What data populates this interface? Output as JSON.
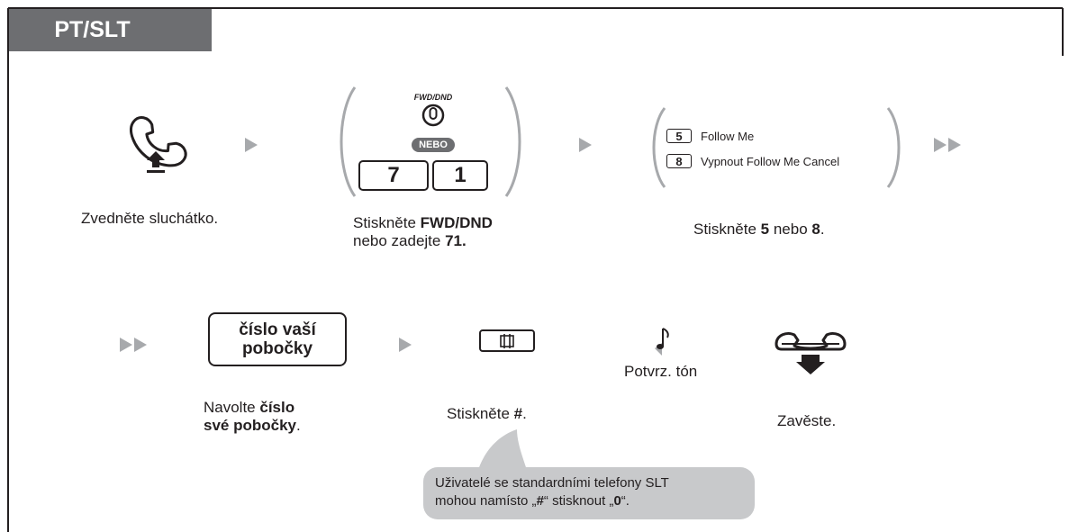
{
  "header": {
    "tab_label": "PT/SLT"
  },
  "steps": {
    "offhook": {
      "caption": "Zvedněte sluchátko."
    },
    "fwd": {
      "button_label": "FWD/DND",
      "nebo_label": "NEBO",
      "keys": [
        "7",
        "1"
      ],
      "caption_prefix": "Stiskněte ",
      "caption_bold1": "FWD/DND",
      "caption_line2_prefix": "nebo zadejte ",
      "caption_bold2": "71."
    },
    "options": {
      "items": [
        {
          "key": "5",
          "label": "Follow Me"
        },
        {
          "key": "8",
          "label": "Vypnout Follow Me Cancel"
        }
      ],
      "caption_prefix": "Stiskněte ",
      "caption_bold1": "5",
      "caption_mid": " nebo ",
      "caption_bold2": "8",
      "caption_suffix": "."
    },
    "extension": {
      "box_line1": "číslo vaší",
      "box_line2": "pobočky",
      "caption_prefix": "Navolte ",
      "caption_bold1": "číslo",
      "caption_bold2": "své pobočky",
      "caption_suffix": "."
    },
    "hash": {
      "caption_prefix": "Stiskněte ",
      "caption_bold": "#",
      "caption_suffix": "."
    },
    "tone": {
      "caption": "Potvrz. tón"
    },
    "onhook": {
      "caption": "Zavěste."
    }
  },
  "note": {
    "line1": "Uživatelé se standardními telefony SLT",
    "line2_prefix": "mohou namísto „",
    "line2_bold1": "#",
    "line2_mid": "“ stisknout „",
    "line2_bold2": "0",
    "line2_suffix": "“."
  },
  "colors": {
    "tab_bg": "#6d6e71",
    "arrow": "#a7a9ac",
    "bubble": "#c8c9cb",
    "ink": "#231f20"
  }
}
